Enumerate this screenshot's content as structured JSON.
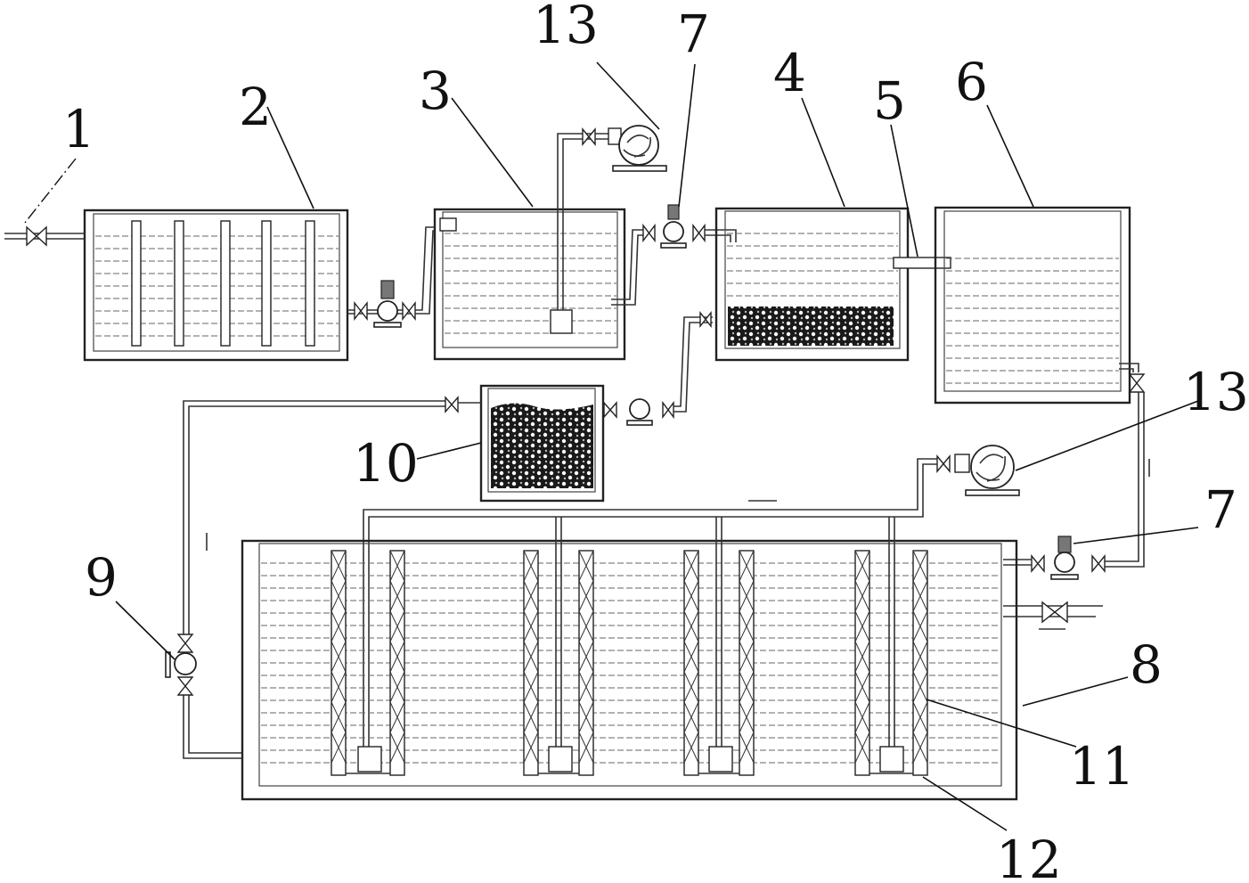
{
  "labels": {
    "l1": "1",
    "l2": "2",
    "l3": "3",
    "l4": "4",
    "l5": "5",
    "l6": "6",
    "l7a": "7",
    "l7b": "7",
    "l8": "8",
    "l9": "9",
    "l10": "10",
    "l11": "11",
    "l12": "12",
    "l13a": "13",
    "l13b": "13"
  },
  "colors": {
    "line": "#222222",
    "media": "#1a1a1a",
    "background": "#ffffff"
  }
}
